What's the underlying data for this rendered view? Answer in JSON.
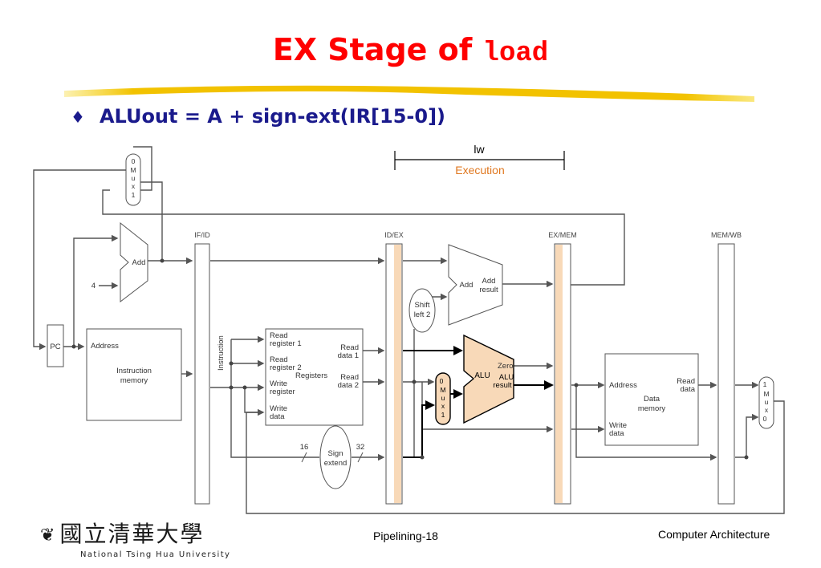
{
  "slide": {
    "title_prefix": "EX Stage of ",
    "title_code": "load",
    "bullet_marker": "♦",
    "bullet_text": "ALUout = A + sign-ext(IR[15-0])",
    "footer_center": "Pipelining-18",
    "footer_right": "Computer Architecture",
    "logo_cn": "國立清華大學",
    "logo_en": "National Tsing Hua University",
    "accent_color": "#ff0000",
    "highlight_color": "#f8d9b8"
  },
  "diagram": {
    "instruction": "lw",
    "stage": "Execution",
    "pipeline_registers": [
      "IF/ID",
      "ID/EX",
      "EX/MEM",
      "MEM/WB"
    ],
    "pc": "PC",
    "const_4": "4",
    "add_pc": "Add",
    "add_branch": "Add",
    "add_result": "Add\nresult",
    "shift_left": "Shift\nleft 2",
    "instruction_memory": {
      "address": "Address",
      "name": "Instruction\nmemory",
      "side": "Instruction"
    },
    "registers": {
      "read_reg1": "Read\nregister 1",
      "read_reg2": "Read\nregister 2",
      "write_reg": "Write\nregister",
      "write_data": "Write\ndata",
      "name": "Registers",
      "read_data1": "Read\ndata 1",
      "read_data2": "Read\ndata 2"
    },
    "sign_extend": {
      "name": "Sign\nextend",
      "in_bits": "16",
      "out_bits": "32"
    },
    "alu": {
      "name": "ALU",
      "zero": "Zero",
      "result": "ALU\nresult"
    },
    "data_memory": {
      "address": "Address",
      "read_data": "Read\ndata",
      "name": "Data\nmemory",
      "write_data": "Write\ndata"
    },
    "mux_top": [
      "0",
      "M",
      "u",
      "x",
      "1"
    ],
    "mux_alu": [
      "0",
      "M",
      "u",
      "x",
      "1"
    ],
    "mux_wb": [
      "1",
      "M",
      "u",
      "x",
      "0"
    ]
  }
}
